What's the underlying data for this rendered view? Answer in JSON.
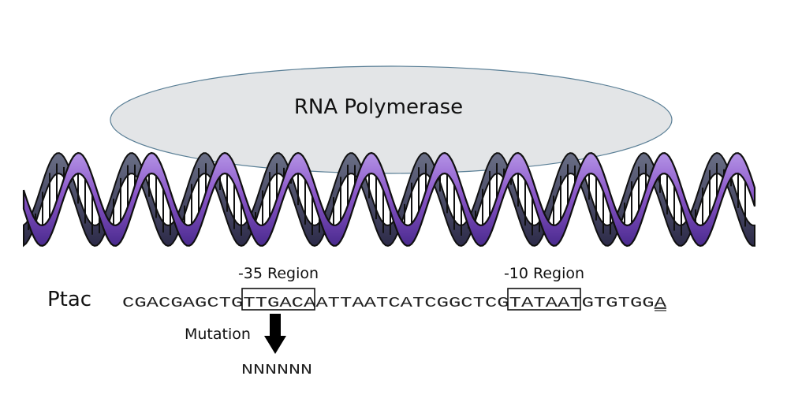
{
  "polymerase": {
    "label": "RNA Polymerase",
    "fill": "#e3e5e7",
    "stroke": "#5a7f96"
  },
  "helix": {
    "strand_color": "#8a56c8",
    "strand_dark": "#3d2378",
    "turns": 10
  },
  "promoter": {
    "name": "Ptac",
    "sequence_parts": [
      "CGACGAGCTG",
      "TTGACA",
      "ATTAATCATCGGCTCG",
      "TATAAT",
      "GTGTGG",
      "A"
    ],
    "region_35_label": "-35 Region",
    "region_10_label": "-10 Region"
  },
  "mutation": {
    "label": "Mutation",
    "replacement": "NNNNNN"
  }
}
